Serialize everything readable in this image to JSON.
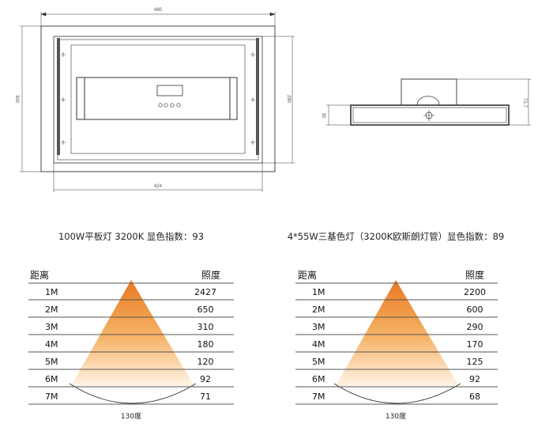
{
  "drawing": {
    "dims": {
      "top_width": "480",
      "left_height": "300",
      "inner_height": "280",
      "bottom_width": "424",
      "side_thickness": "30",
      "side_height": "72.7"
    }
  },
  "panels": [
    {
      "title": "100W平板灯 3200K 显色指数：93",
      "col_distance": "距离",
      "col_illuminance": "照度",
      "angle_label": "130度",
      "rows": [
        {
          "distance": "1M",
          "lux": "2427"
        },
        {
          "distance": "2M",
          "lux": "650"
        },
        {
          "distance": "3M",
          "lux": "310"
        },
        {
          "distance": "4M",
          "lux": "180"
        },
        {
          "distance": "5M",
          "lux": "120"
        },
        {
          "distance": "6M",
          "lux": "92"
        },
        {
          "distance": "7M",
          "lux": "71"
        }
      ]
    },
    {
      "title": "4*55W三基色灯（3200K欧斯朗灯管）显色指数：89",
      "col_distance": "距离",
      "col_illuminance": "照度",
      "angle_label": "130度",
      "rows": [
        {
          "distance": "1M",
          "lux": "2200"
        },
        {
          "distance": "2M",
          "lux": "600"
        },
        {
          "distance": "3M",
          "lux": "290"
        },
        {
          "distance": "4M",
          "lux": "170"
        },
        {
          "distance": "5M",
          "lux": "125"
        },
        {
          "distance": "6M",
          "lux": "92"
        },
        {
          "distance": "7M",
          "lux": "68"
        }
      ]
    }
  ],
  "colors": {
    "cone_top": "#e8781f",
    "cone_bottom": "#fff4e6",
    "line": "#333333"
  }
}
